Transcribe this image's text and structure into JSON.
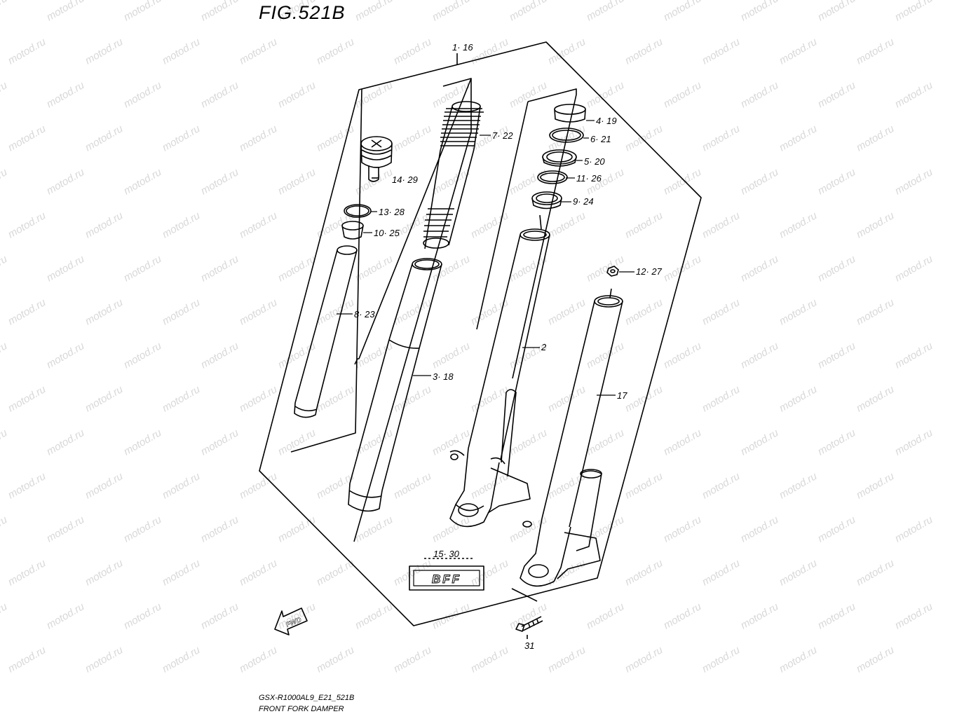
{
  "figure_title": "FIG.521B",
  "footer_model": "GSX-R1000AL9_E21_521B",
  "footer_title": "FRONT FORK DAMPER",
  "watermark_text": "motod.ru",
  "fwd_label": "FWD",
  "emblem_text": "BFF",
  "parts": [
    {
      "id": "p1",
      "label": "1· 16"
    },
    {
      "id": "p4",
      "label": "4· 19"
    },
    {
      "id": "p6",
      "label": "6· 21"
    },
    {
      "id": "p5",
      "label": "5· 20"
    },
    {
      "id": "p11",
      "label": "11· 26"
    },
    {
      "id": "p9",
      "label": "9· 24"
    },
    {
      "id": "p7",
      "label": "7· 22"
    },
    {
      "id": "p14",
      "label": "14· 29"
    },
    {
      "id": "p13",
      "label": "13· 28"
    },
    {
      "id": "p10",
      "label": "10· 25"
    },
    {
      "id": "p8",
      "label": "8· 23"
    },
    {
      "id": "p3",
      "label": "3· 18"
    },
    {
      "id": "p2",
      "label": "2"
    },
    {
      "id": "p12",
      "label": "12· 27"
    },
    {
      "id": "p17",
      "label": "17"
    },
    {
      "id": "p15",
      "label": "15· 30"
    },
    {
      "id": "p31",
      "label": "31"
    }
  ],
  "colors": {
    "line": "#000000",
    "watermark": "#d8d8d8",
    "background": "#ffffff"
  }
}
